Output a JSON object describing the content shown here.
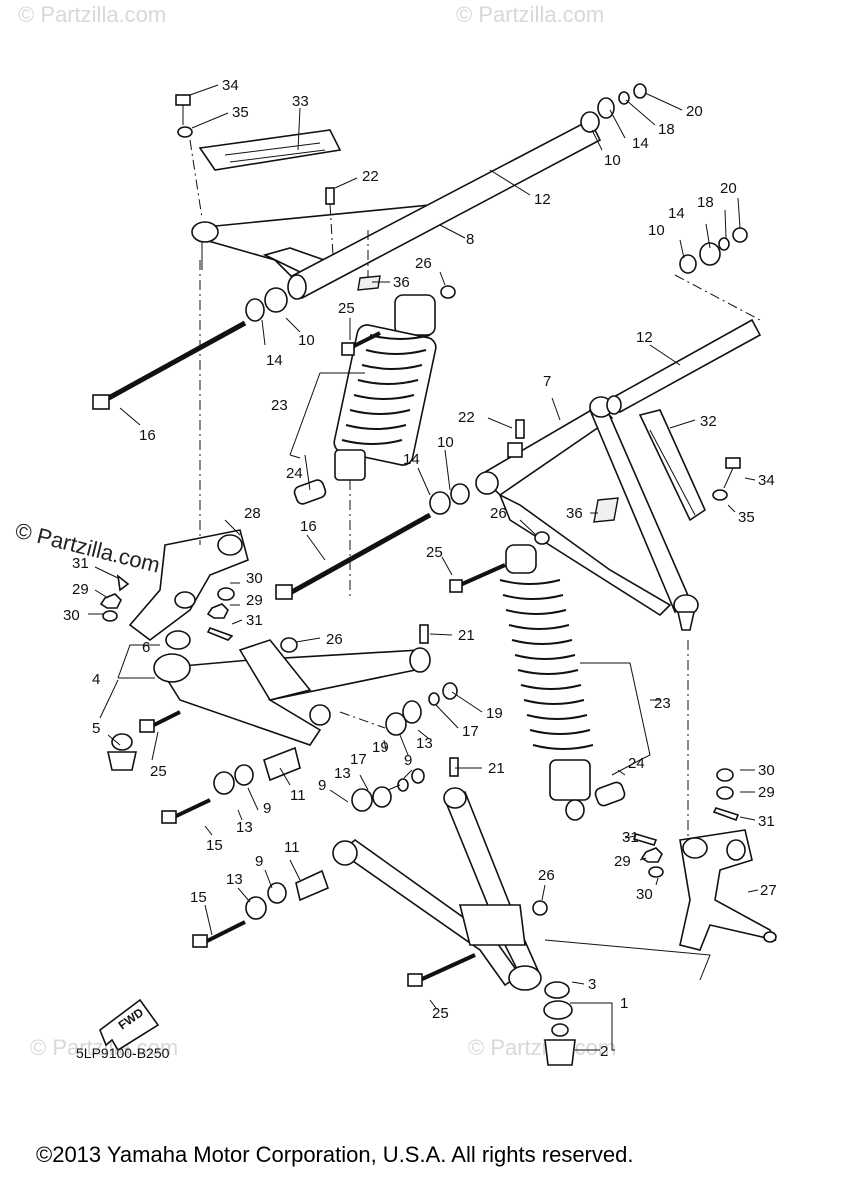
{
  "watermarks": {
    "top_left": "© Partzilla.com",
    "top_right": "© Partzilla.com",
    "mid_left": "© Partzilla.com",
    "bottom_left": "© Partzilla.com",
    "bottom_right": "© Partzilla.com"
  },
  "diagram_code": "5LP9100-B250",
  "fwd_label": "FWD",
  "copyright": "©2013 Yamaha Motor Corporation, U.S.A. All rights reserved.",
  "callouts": [
    "34",
    "35",
    "33",
    "22",
    "20",
    "18",
    "14",
    "10",
    "12",
    "8",
    "20",
    "18",
    "14",
    "10",
    "36",
    "26",
    "25",
    "10",
    "14",
    "12",
    "16",
    "23",
    "7",
    "22",
    "32",
    "10",
    "14",
    "24",
    "34",
    "36",
    "35",
    "28",
    "16",
    "26",
    "31",
    "29",
    "30",
    "30",
    "29",
    "31",
    "25",
    "6",
    "21",
    "26",
    "4",
    "5",
    "25",
    "19",
    "13",
    "17",
    "9",
    "19",
    "17",
    "13",
    "9",
    "23",
    "21",
    "11",
    "24",
    "30",
    "29",
    "15",
    "13",
    "9",
    "31",
    "11",
    "9",
    "29",
    "13",
    "30",
    "27",
    "26",
    "15",
    "25",
    "3",
    "1",
    "2"
  ]
}
